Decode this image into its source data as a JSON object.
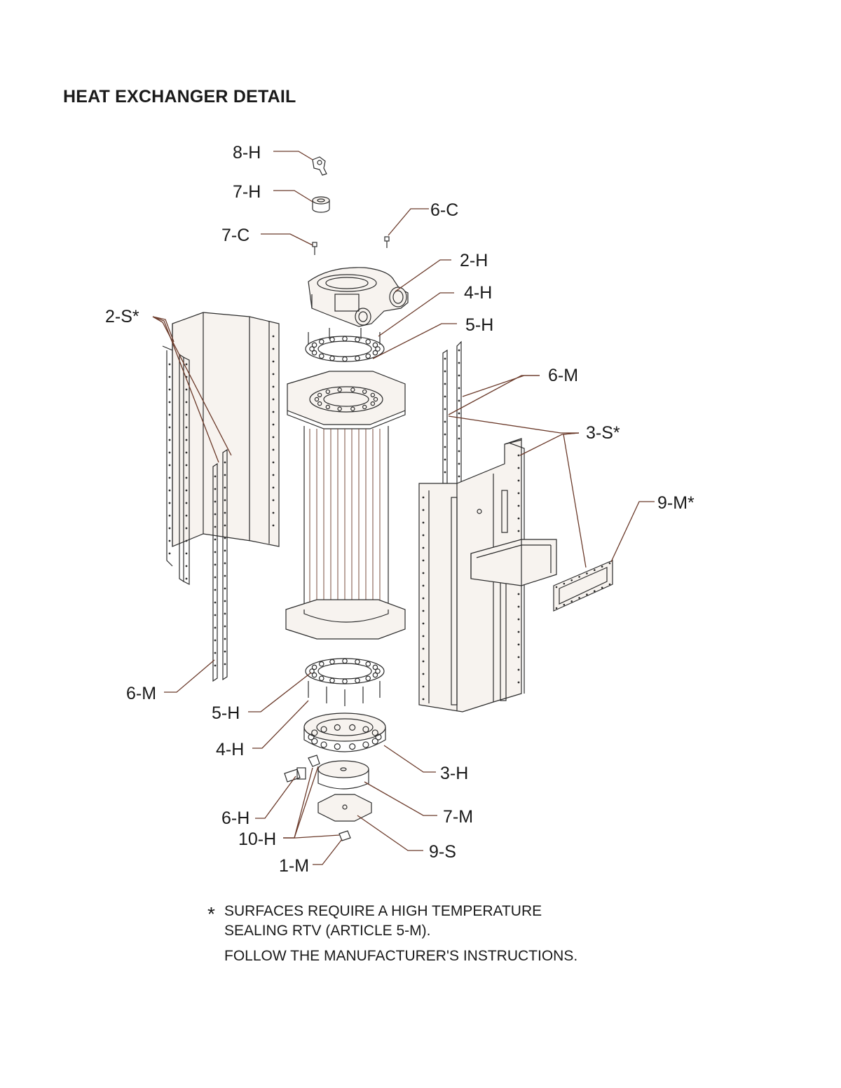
{
  "title": "HEAT EXCHANGER DETAIL",
  "labels": {
    "l_8H": "8-H",
    "l_7H": "7-H",
    "l_7C": "7-C",
    "l_6C": "6-C",
    "l_2H": "2-H",
    "l_4H_top": "4-H",
    "l_5H_top": "5-H",
    "l_2S": "2-S*",
    "l_6M_right": "6-M",
    "l_3S": "3-S*",
    "l_9M": "9-M*",
    "l_6M_left": "6-M",
    "l_5H_bottom": "5-H",
    "l_4H_bottom": "4-H",
    "l_3H": "3-H",
    "l_6H": "6-H",
    "l_7M": "7-M",
    "l_10H": "10-H",
    "l_9S": "9-S",
    "l_1M": "1-M"
  },
  "note": {
    "asterisk": "*",
    "line1": "SURFACES REQUIRE A HIGH TEMPERATURE",
    "line2": "SEALING RTV (ARTICLE 5-M).",
    "line3": "FOLLOW THE MANUFACTURER'S INSTRUCTIONS."
  },
  "colors": {
    "leader": "#6b3a2a",
    "linework": "#2b2b2b"
  }
}
